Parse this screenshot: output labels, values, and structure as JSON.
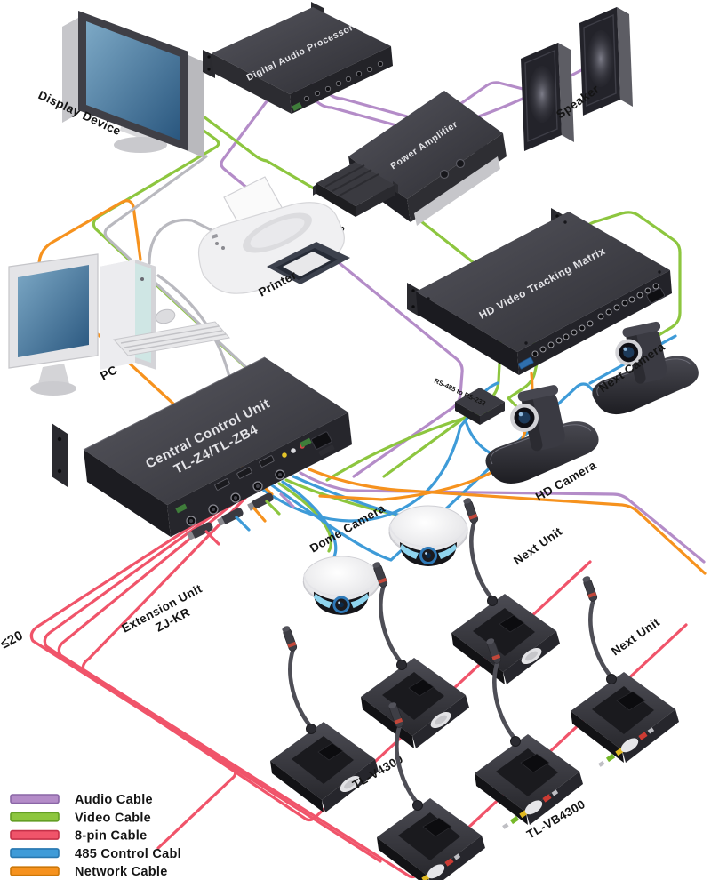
{
  "diagram": {
    "type": "av-system-connection-diagram",
    "labels": {
      "display_device": "Display Device",
      "digital_audio_processor": "Digital Audio Processor",
      "power_amplifier": "Power Amplifier",
      "speaker": "Speaker",
      "kv_cv100": "KV-CV100",
      "printer": "Printer",
      "pc": "PC",
      "hd_video_tracking_matrix": "HD Video Tracking Matrix",
      "rs485_to_rs232": "RS-485 to RS-232",
      "ccu_line1": "Central Control Unit",
      "ccu_line2": "TL-Z4/TL-ZB4",
      "hd_camera": "HD Camera",
      "next_camera": "Next Camera",
      "dome_camera": "Dome Camera",
      "extension_line1": "Extension Unit",
      "extension_line2": "ZJ-KR",
      "max_extension": "≤20",
      "mic_model_a": "TL-V4300",
      "mic_model_b": "TL-VB4300",
      "next_unit_top": "Next Unit",
      "next_unit_bottom": "Next Unit"
    },
    "colors": {
      "audio": "#b48cc8",
      "video": "#8dc63f",
      "pin8": "#f0546a",
      "ctrl485": "#3e9bd8",
      "network": "#f6921e",
      "data": "#b9b9bf"
    },
    "legend": {
      "items": [
        {
          "label": "Audio Cable",
          "color": "#b48cc8",
          "border": "#8a66a6"
        },
        {
          "label": "Video Cable",
          "color": "#8dc63f",
          "border": "#639f24"
        },
        {
          "label": "8-pin Cable",
          "color": "#f0546a",
          "border": "#c63048"
        },
        {
          "label": "485 Control Cabl",
          "color": "#3e9bd8",
          "border": "#2878b0"
        },
        {
          "label": "Network Cable",
          "color": "#f6921e",
          "border": "#cc7708"
        }
      ]
    }
  }
}
